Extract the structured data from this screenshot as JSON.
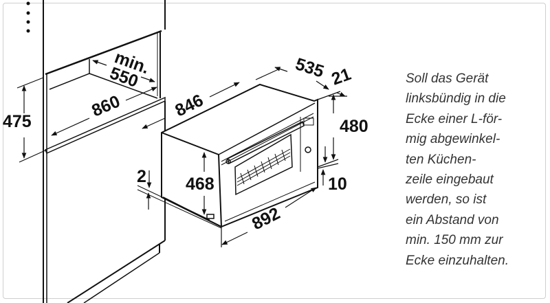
{
  "dimensions": {
    "niche_height": "475",
    "niche_width": "860",
    "niche_depth_label": "min.",
    "niche_depth": "550",
    "appliance_width_top": "846",
    "appliance_depth": "535",
    "front_thickness": "21",
    "front_height": "480",
    "bottom_gap": "10",
    "body_height": "468",
    "front_width": "892",
    "side_gap": "2"
  },
  "note_lines": [
    "Soll das Gerät",
    "linksbündig in die",
    "Ecke einer L-för-",
    "mig abgewinkel-",
    "ten Küchen-",
    "zeile eingebaut",
    "werden, so ist",
    "ein Abstand von",
    "min. 150 mm zur",
    "Ecke einzuhalten."
  ]
}
